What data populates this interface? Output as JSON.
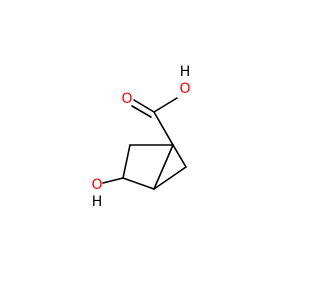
{
  "molecule": {
    "atom_labels": {
      "carbonyl_oxygen": "O",
      "acid_oxygen": "O",
      "acid_hydrogen": "H",
      "hydroxyl_oxygen": "O",
      "hydroxyl_hydrogen": "H"
    },
    "colors": {
      "bond": "#000000",
      "oxygen": "#ff0000",
      "hydrogen": "#000000"
    }
  }
}
